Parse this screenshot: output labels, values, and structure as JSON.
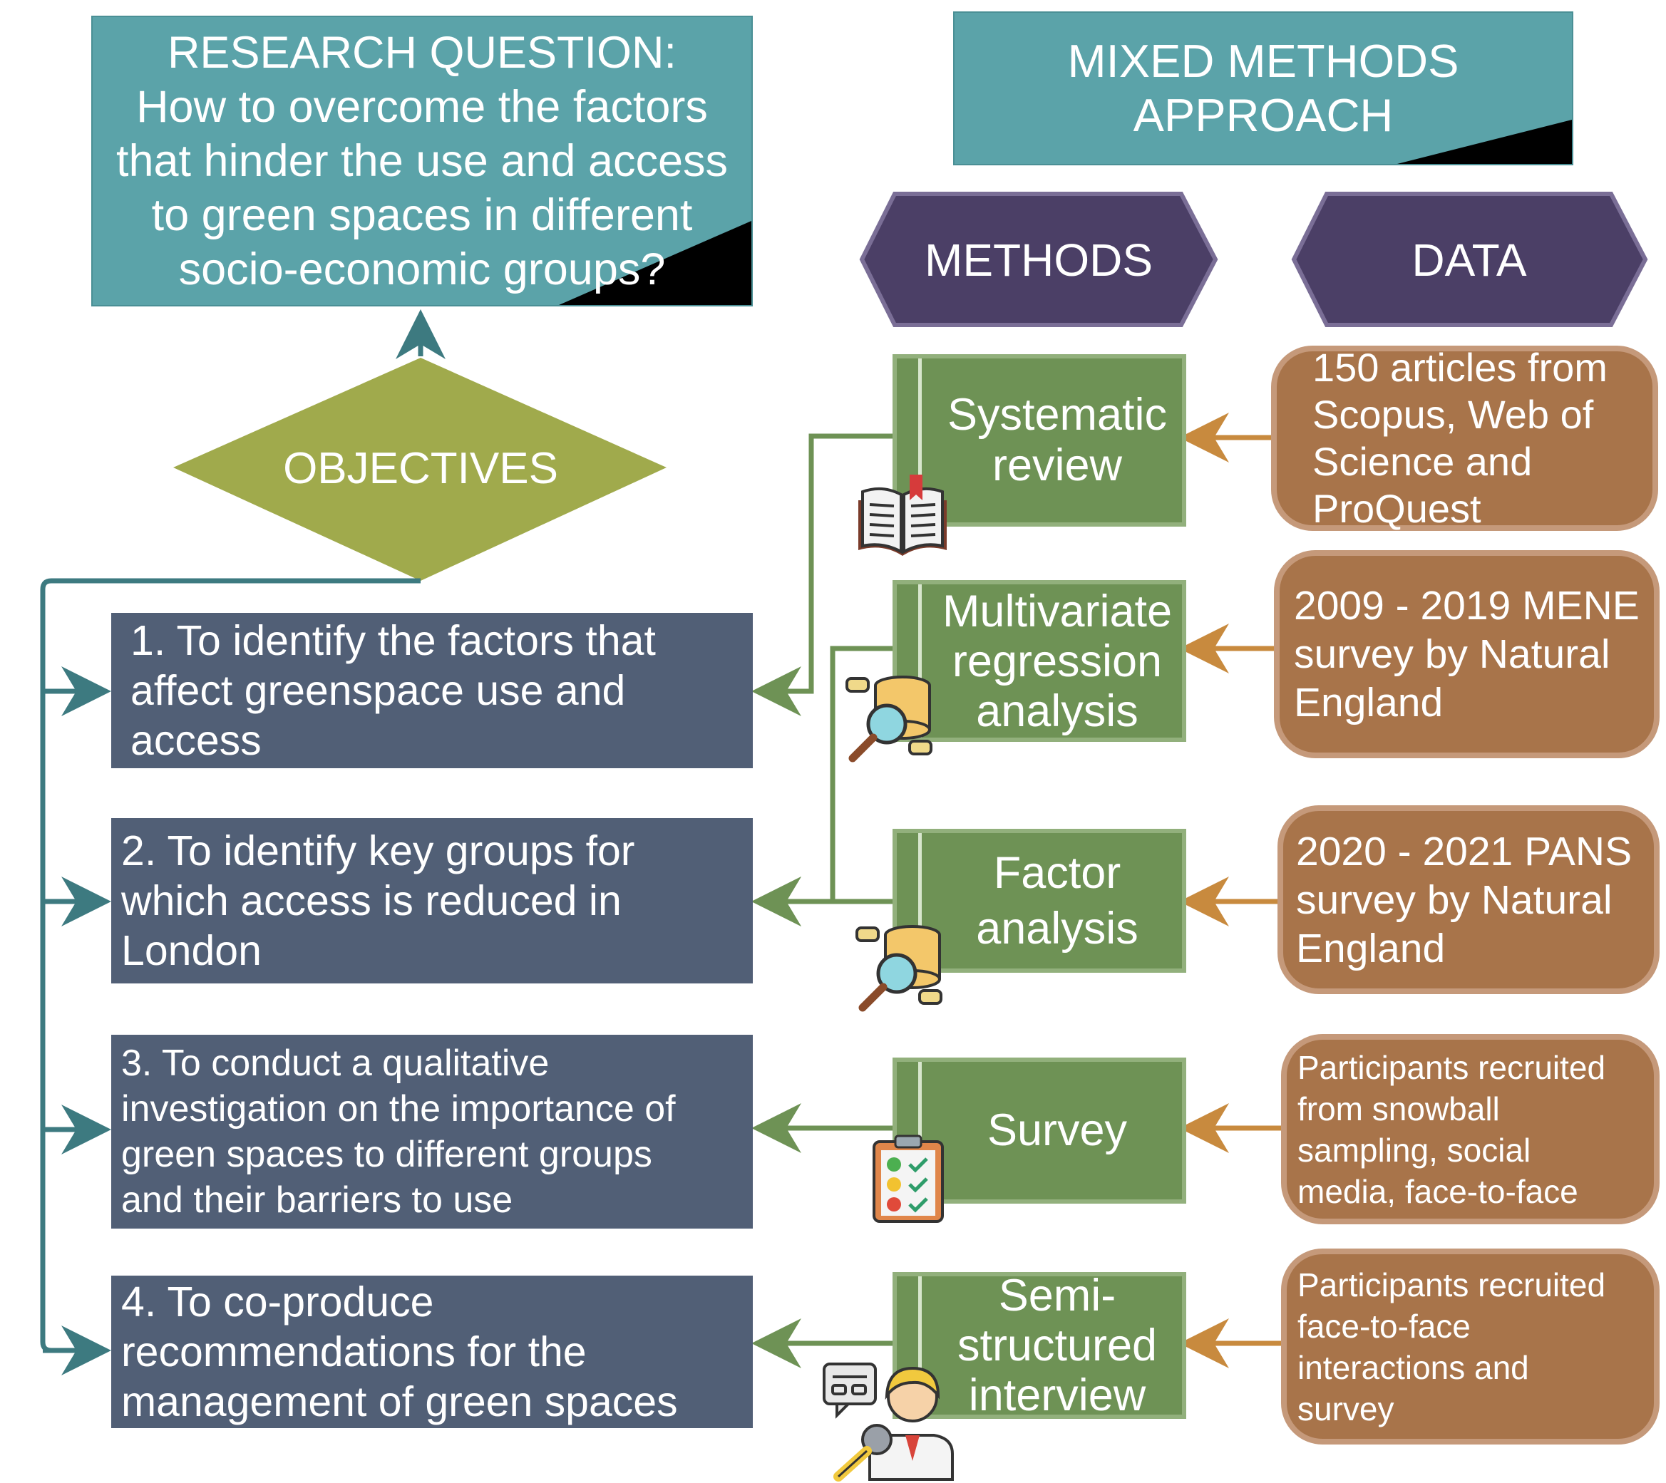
{
  "research_question": {
    "line1": "RESEARCH QUESTION:",
    "line2": "How to overcome the factors",
    "line3": "that hinder the use and access",
    "line4": "to green spaces in different",
    "line5": "socio-economic groups?"
  },
  "approach": {
    "line1": "MIXED METHODS",
    "line2": "APPROACH"
  },
  "headers": {
    "methods": "METHODS",
    "data": "DATA"
  },
  "objectives_label": "OBJECTIVES",
  "objectives": [
    {
      "lines": [
        "1. To identify the factors that",
        "affect greenspace use and",
        "access"
      ]
    },
    {
      "lines": [
        "2. To identify key groups for",
        "which access is reduced in",
        "London"
      ]
    },
    {
      "lines": [
        "3. To conduct a qualitative",
        "investigation on the importance of",
        "green spaces to different groups",
        "and their barriers to use"
      ]
    },
    {
      "lines": [
        "4. To co-produce",
        "recommendations for the",
        "management of green spaces"
      ]
    }
  ],
  "methods": [
    {
      "lines": [
        "Systematic",
        "review"
      ],
      "icon": "open-book-icon"
    },
    {
      "lines": [
        "Multivariate",
        "regression",
        "analysis"
      ],
      "icon": "database-search-icon"
    },
    {
      "lines": [
        "Factor",
        "analysis"
      ],
      "icon": "database-search-icon"
    },
    {
      "lines": [
        "Survey"
      ],
      "icon": "survey-clipboard-icon"
    },
    {
      "lines": [
        "Semi-",
        "structured",
        "interview"
      ],
      "icon": "interview-person-icon"
    }
  ],
  "data": [
    {
      "lines": [
        "150 articles from",
        "Scopus, Web of",
        "Science and",
        "ProQuest"
      ]
    },
    {
      "lines": [
        "2009 - 2019 MENE",
        "survey by Natural",
        "England"
      ]
    },
    {
      "lines": [
        "2020 - 2021 PANS",
        "survey by Natural",
        "England"
      ]
    },
    {
      "lines": [
        "Participants recruited",
        "from snowball",
        "sampling, social",
        "media, face-to-face"
      ]
    },
    {
      "lines": [
        "Participants recruited",
        "face-to-face",
        "interactions and",
        "survey"
      ]
    }
  ],
  "colors": {
    "teal": "#5ba3a9",
    "purple_header": "#4b3f66",
    "olive_diamond": "#a0aa4c",
    "objective_box": "#515f76",
    "method_box": "#6e9255",
    "data_box": "#a8744a",
    "connector_teal": "#3d7a80",
    "connector_green": "#6e9255",
    "connector_orange": "#c88a3e"
  }
}
